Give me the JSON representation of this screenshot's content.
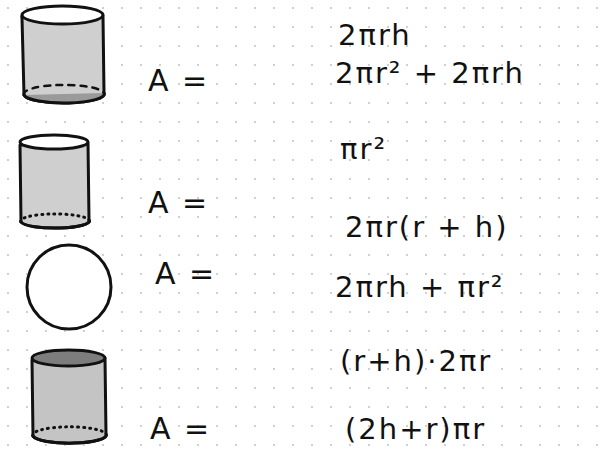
{
  "diagram": {
    "labels": [
      "2πrh",
      "A =",
      "2πr² + 2πrh",
      "πr²",
      "A =",
      "2πr(r + h)",
      "A =",
      "2πrh + πr²",
      "(r+h)·2πr",
      "A =",
      "(2h+r)πr"
    ]
  }
}
